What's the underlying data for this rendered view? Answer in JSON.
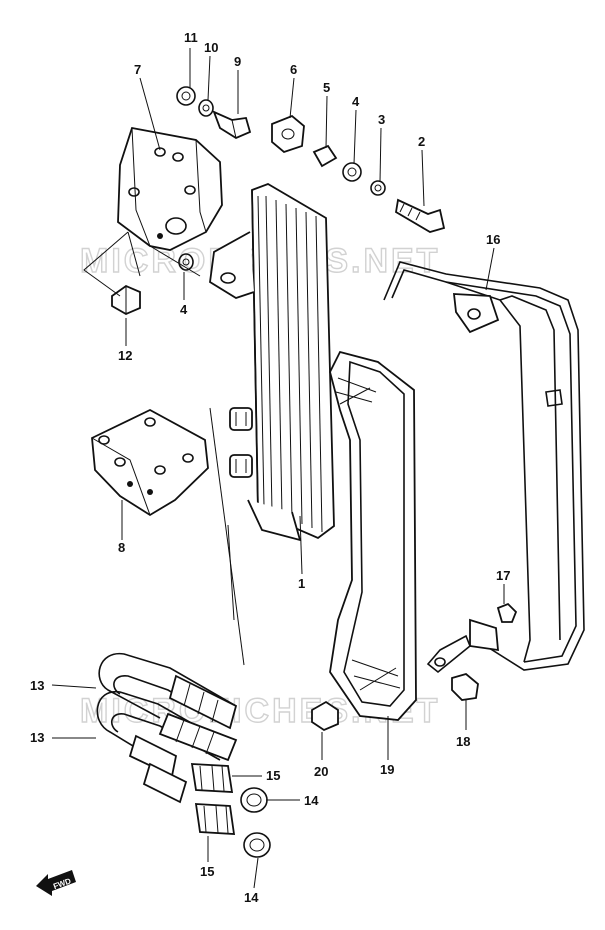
{
  "watermark": {
    "top": "MICROFICHES.NET",
    "bottom": "MICROFICHES.NET"
  },
  "forward_label": "FWD",
  "callouts": [
    {
      "id": "c1",
      "text": "1"
    },
    {
      "id": "c2",
      "text": "2"
    },
    {
      "id": "c3",
      "text": "3"
    },
    {
      "id": "c4a",
      "text": "4"
    },
    {
      "id": "c4b",
      "text": "4"
    },
    {
      "id": "c5",
      "text": "5"
    },
    {
      "id": "c6",
      "text": "6"
    },
    {
      "id": "c7",
      "text": "7"
    },
    {
      "id": "c8",
      "text": "8"
    },
    {
      "id": "c9",
      "text": "9"
    },
    {
      "id": "c10",
      "text": "10"
    },
    {
      "id": "c11",
      "text": "11"
    },
    {
      "id": "c12",
      "text": "12"
    },
    {
      "id": "c13a",
      "text": "13"
    },
    {
      "id": "c13b",
      "text": "13"
    },
    {
      "id": "c14a",
      "text": "14"
    },
    {
      "id": "c14b",
      "text": "14"
    },
    {
      "id": "c15a",
      "text": "15"
    },
    {
      "id": "c15b",
      "text": "15"
    },
    {
      "id": "c16",
      "text": "16"
    },
    {
      "id": "c17",
      "text": "17"
    },
    {
      "id": "c18",
      "text": "18"
    },
    {
      "id": "c19",
      "text": "19"
    },
    {
      "id": "c20",
      "text": "20"
    }
  ]
}
